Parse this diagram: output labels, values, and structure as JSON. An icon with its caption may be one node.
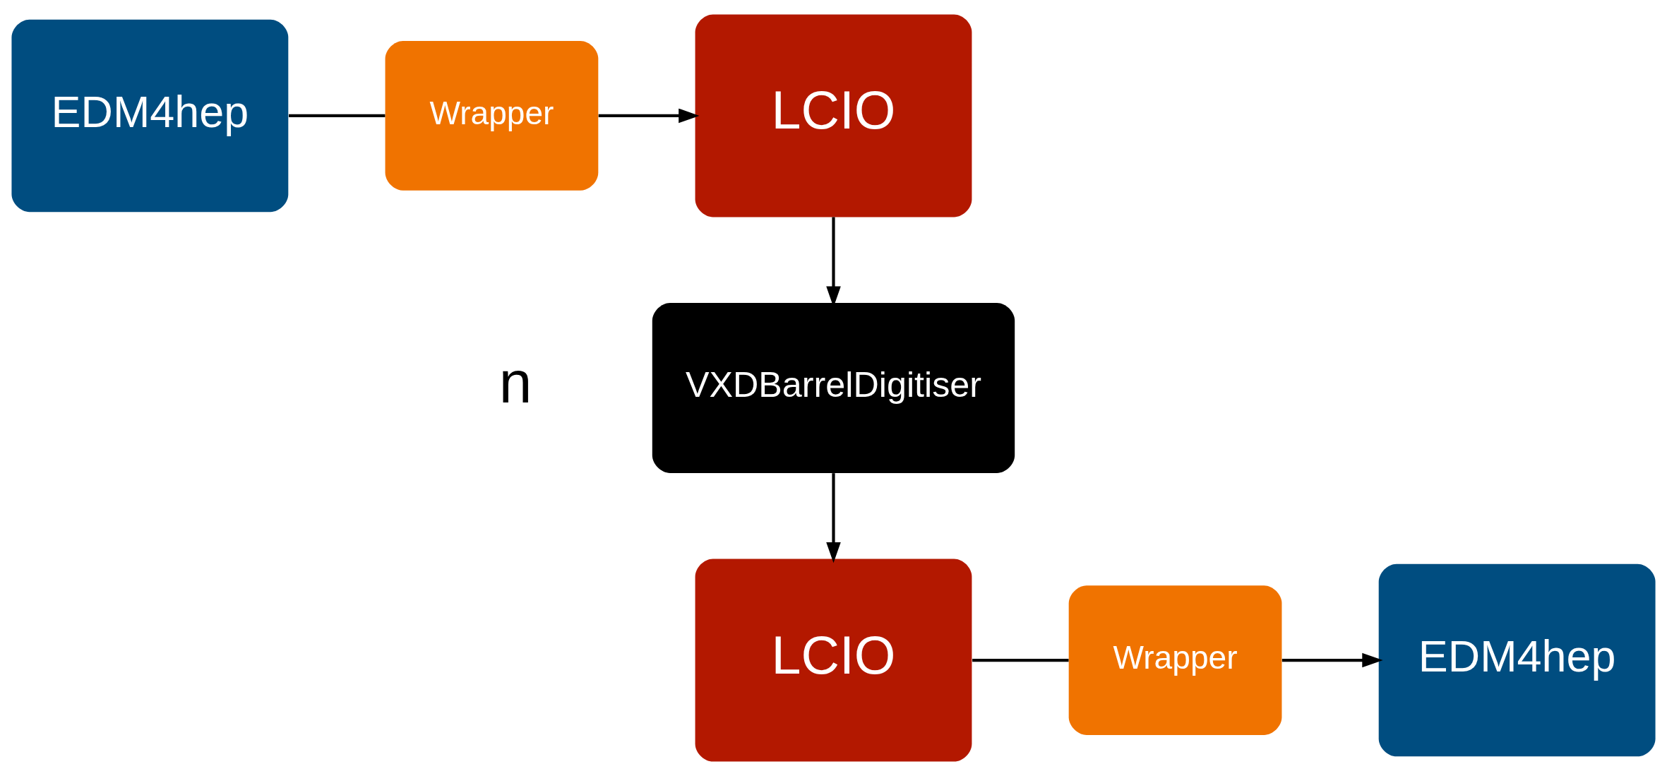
{
  "diagram": {
    "nodes": [
      {
        "text": [
          "EDM4hep"
        ]
      },
      {
        "text": [
          "Wrapper"
        ]
      },
      {
        "text": [
          "LCIO"
        ]
      },
      {
        "text": [
          "VXDBarrelDigitiser"
        ]
      },
      {
        "text": [
          "LCIO"
        ]
      },
      {
        "text": [
          "Wrapper"
        ]
      },
      {
        "text": [
          "EDM4hep"
        ]
      }
    ],
    "edges": [
      {
        "from": 0,
        "to": 1,
        "arrow": "none"
      },
      {
        "from": 1,
        "to": 2,
        "arrow": "to"
      },
      {
        "from": 2,
        "to": 3,
        "arrow": "to"
      },
      {
        "from": 3,
        "to": 4,
        "arrow": "to"
      },
      {
        "from": 4,
        "to": 5,
        "arrow": "none"
      },
      {
        "from": 5,
        "to": 6,
        "arrow": "to"
      }
    ],
    "labels": [
      "n"
    ]
  }
}
